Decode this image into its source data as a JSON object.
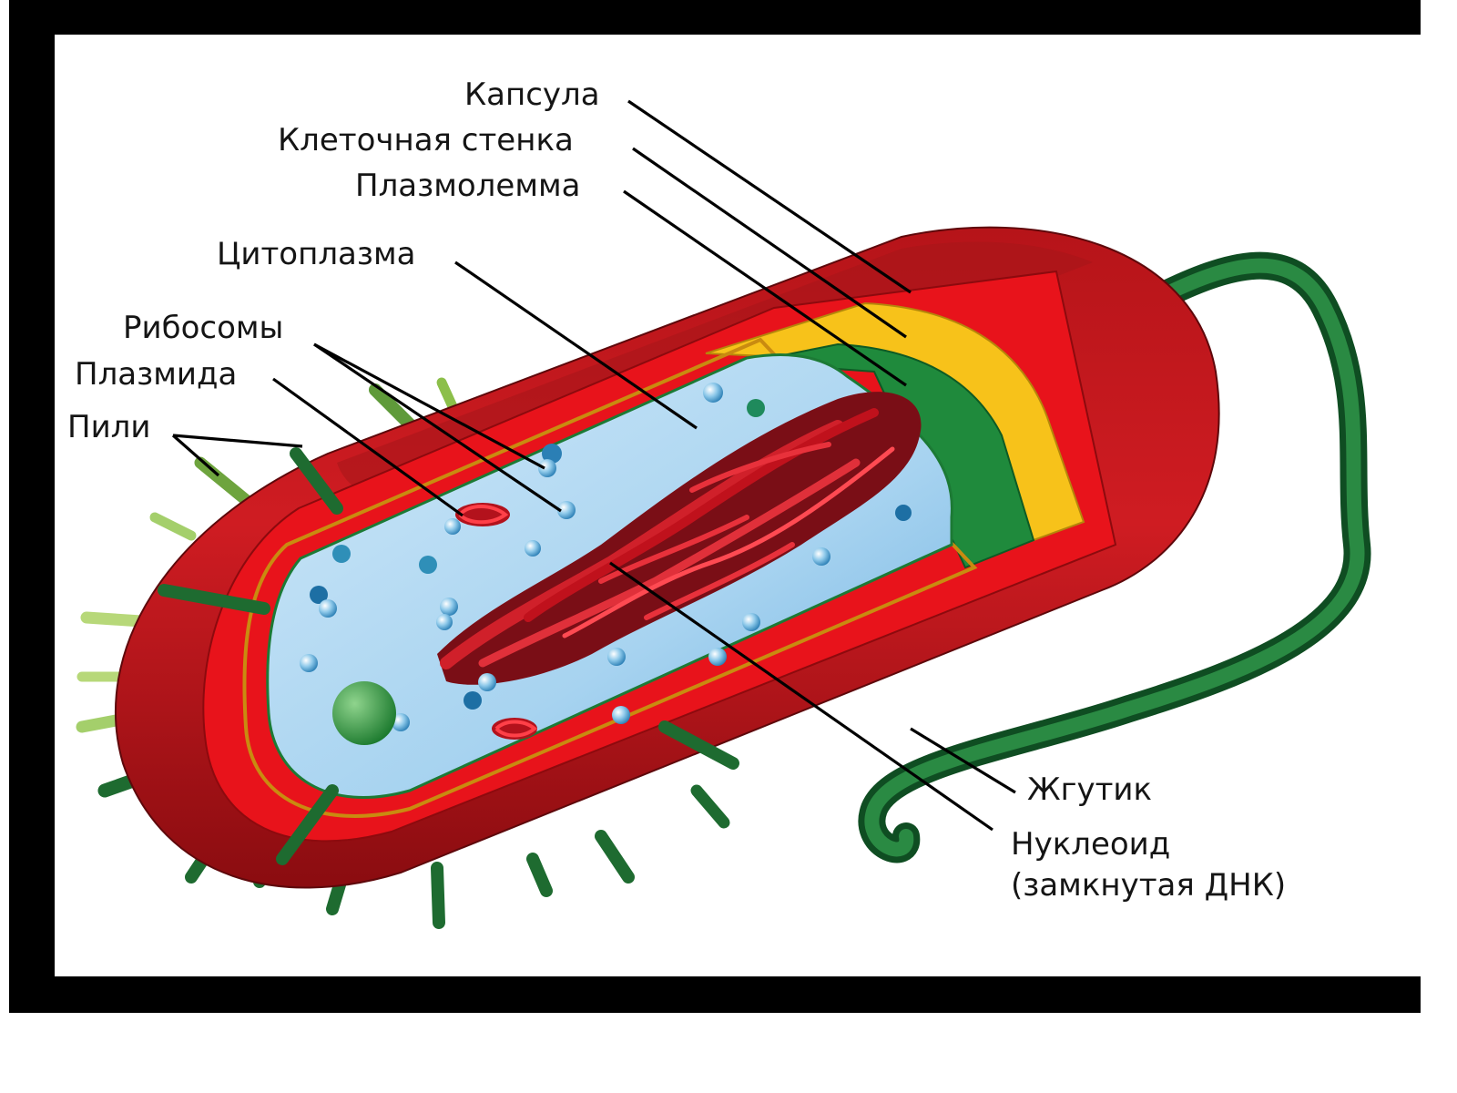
{
  "diagram": {
    "labels": {
      "capsule": "Капсула",
      "cell_wall": "Клеточная стенка",
      "plasmalemma": "Плазмолемма",
      "cytoplasm": "Цитоплазма",
      "ribosomes": "Рибосомы",
      "plasmid": "Плазмида",
      "pili": "Пили",
      "flagellum": "Жгутик",
      "nucleoid_line1": "Нуклеоид",
      "nucleoid_line2": "(замкнутая ДНК)"
    },
    "colors": {
      "frame": "#000000",
      "capsule": "#c4161c",
      "capsule_dark": "#7d0b0e",
      "cell_wall": "#e8131b",
      "wall_yellow": "#f7c21a",
      "membrane": "#1f8a3c",
      "cytoplasm": "#a9d6f2",
      "nucleoid": "#b3121c",
      "pili": "#1e6b30",
      "flagellum": "#1d6e33"
    }
  }
}
